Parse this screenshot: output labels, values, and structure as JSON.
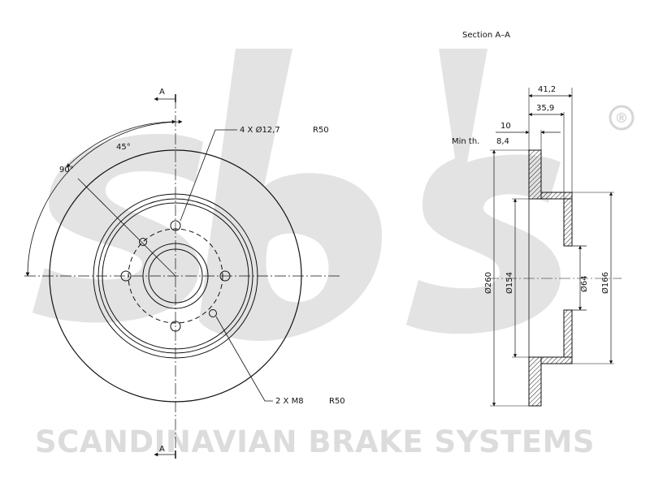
{
  "watermark": {
    "logo_text": "sbs",
    "registered_mark": "®",
    "company_name": "SCANDINAVIAN BRAKE SYSTEMS"
  },
  "front_view": {
    "section_marker_top": "A",
    "section_marker_bottom": "A",
    "angle_90": "90°",
    "angle_45": "45°",
    "bolt_holes_label": "4 X Ø12,7",
    "bolt_holes_radius": "R50",
    "threaded_holes_label": "2 X M8",
    "threaded_holes_radius": "R50"
  },
  "section_view": {
    "title": "Section A–A",
    "dim_total_height": "41,2",
    "dim_hat_height": "35,9",
    "dim_thickness": "10",
    "min_thickness_label": "Min th.",
    "min_thickness_value": "8,4",
    "dia_outer": "Ø260",
    "dia_inner_friction": "Ø154",
    "dia_center_bore": "Ø64",
    "dia_hat": "Ø166"
  },
  "colors": {
    "line": "#111111",
    "watermark": "#dcdcdc",
    "hatch": "#222222"
  }
}
